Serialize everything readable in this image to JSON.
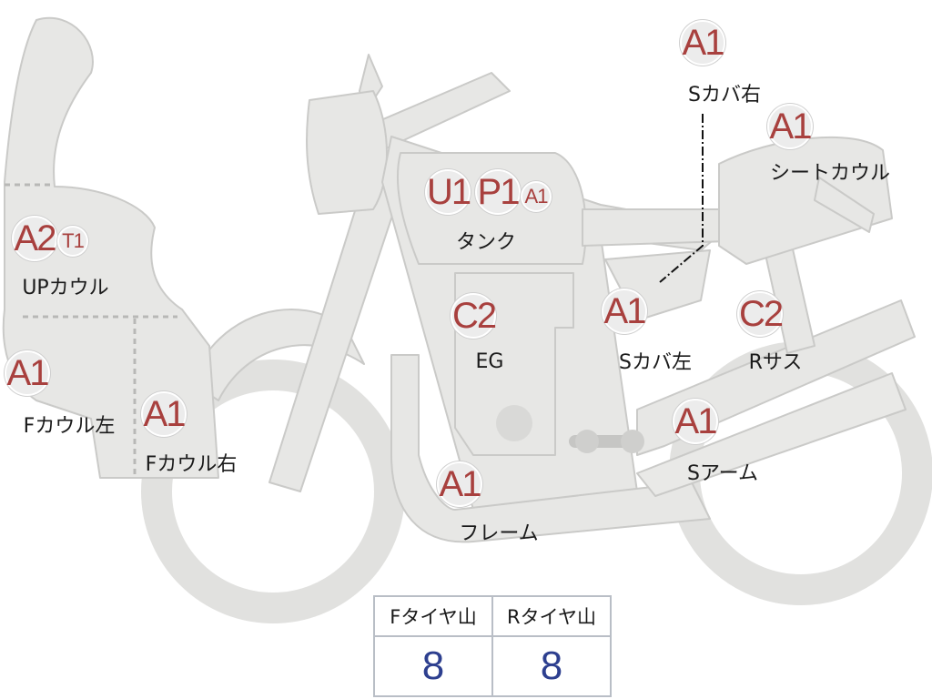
{
  "parts": [
    {
      "id": "up-cowl",
      "grades": [
        "A2"
      ],
      "small": [
        "T1"
      ],
      "label": "UPカウル"
    },
    {
      "id": "f-cowl-left",
      "grades": [
        "A1"
      ],
      "label": "Fカウル左"
    },
    {
      "id": "f-cowl-right",
      "grades": [
        "A1"
      ],
      "label": "Fカウル右"
    },
    {
      "id": "tank",
      "grades": [
        "U1",
        "P1"
      ],
      "small": [
        "A1"
      ],
      "label": "タンク"
    },
    {
      "id": "engine",
      "grades": [
        "C2"
      ],
      "label": "EG"
    },
    {
      "id": "frame",
      "grades": [
        "A1"
      ],
      "label": "フレーム"
    },
    {
      "id": "side-cover-left",
      "grades": [
        "A1"
      ],
      "label": "Sカバ左"
    },
    {
      "id": "side-cover-right",
      "grades": [
        "A1"
      ],
      "label": "Sカバ右"
    },
    {
      "id": "seat-cowl",
      "grades": [
        "A1"
      ],
      "label": "シートカウル"
    },
    {
      "id": "rear-suspension",
      "grades": [
        "C2"
      ],
      "label": "Rサス"
    },
    {
      "id": "swing-arm",
      "grades": [
        "A1"
      ],
      "label": "Sアーム"
    }
  ],
  "tire_table": {
    "front_header": "Fタイヤ山",
    "rear_header": "Rタイヤ山",
    "front_value": "8",
    "rear_value": "8"
  },
  "colors": {
    "body_fill": "#e7e7e5",
    "body_stroke": "#c9c9c7",
    "grade_text": "#a8403e",
    "value_text": "#2d3f8f"
  }
}
